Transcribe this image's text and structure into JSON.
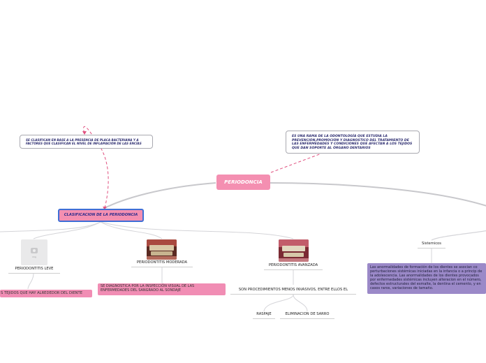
{
  "central": {
    "label": "PERIODONCIA"
  },
  "definition_note": {
    "text": "ES UNA RAMA DE LA ODONTOLOGÍA QUE ESTUDIA LA PREVENCIÓN,PROMOCIÓN Y DIAGNOSTICO DEL TRATAMIENTO DE LAS ENFERMEDADES Y CONDICIONES QUE AFECTAN A LOS TEJIDOS QUE DAN SOPORTE AL ÓRGANO DENTARIOS"
  },
  "classification_note": {
    "text": "SE CLASIFICAN  EN BASE A LA PRESENCIA DE PLACA BACTERIANA Y A FACTORES QUE CLASIFICAN EL NIVEL DE INFLAMACIÓN DE LAS ENCÍAS"
  },
  "classification": {
    "label": "CLASIFICACION DE LA PERIODONCIA"
  },
  "leve": {
    "label": "PERIODONTITIS LEVE",
    "image_caption": "img",
    "detail": "S TEJIDOS QUE HAY ALREDEDOR DEL DIENTE"
  },
  "moderada": {
    "label": "PERIODONTITIS MODERADA",
    "detail": "SE DIAGNOSTICA POR LA INSPECCIÓN VISUAL DE LAS ENFERMEDADES DEL SANGRADO AL SONDAJE"
  },
  "avanzada": {
    "label": "PERIODONTITIS AVANZADA",
    "detail": "SON PROCEDIMIENTOS MENOS INVASIVOS, ENTRE ELLOS EL",
    "procedures": [
      "RASPAJE",
      "ELIMINACION DE SARRO"
    ]
  },
  "sistemicos": {
    "label": "Sistemicos",
    "detail": "Las anormalidades de formación de los dientes se asocian co perturbaciones sistémicas iniciadas en la infancia o a princip de la adolescencia. Las anormalidades de los dientes provocados por enfermedades sistémicas incluyen alteracion en el número, defectos estructurales del esmalte, la dentina el cemento, y en casos raros, variaciones de tamaño."
  },
  "colors": {
    "pink": "#f48fb1",
    "purple": "#9b89c8",
    "blue_border": "#3f6fd6",
    "link_gray": "#c8c8cc",
    "dash_pink": "#e0507f"
  }
}
